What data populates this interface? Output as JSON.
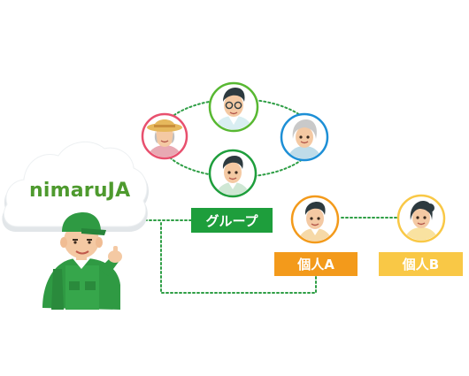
{
  "logo": {
    "text": "nimaruJA"
  },
  "labels": {
    "group": "グループ",
    "individual_a": "個人A",
    "individual_b": "個人B"
  },
  "colors": {
    "group": "#1e9e3c",
    "individual_a": "#f39a1b",
    "individual_b": "#f9c846",
    "connector": "#2e9e45",
    "cloud_fill": "#ffffff",
    "cloud_shadow": "#e2e6e9",
    "logo_green": "#4e9a2e"
  },
  "icons": {
    "cloud": "cloud-icon",
    "staff": "farmer-staff-illustration",
    "avatars": [
      "avatar-man-glasses",
      "avatar-woman-hat",
      "avatar-elderly-woman",
      "avatar-man-center",
      "avatar-man-individual-a",
      "avatar-woman-individual-b"
    ]
  }
}
